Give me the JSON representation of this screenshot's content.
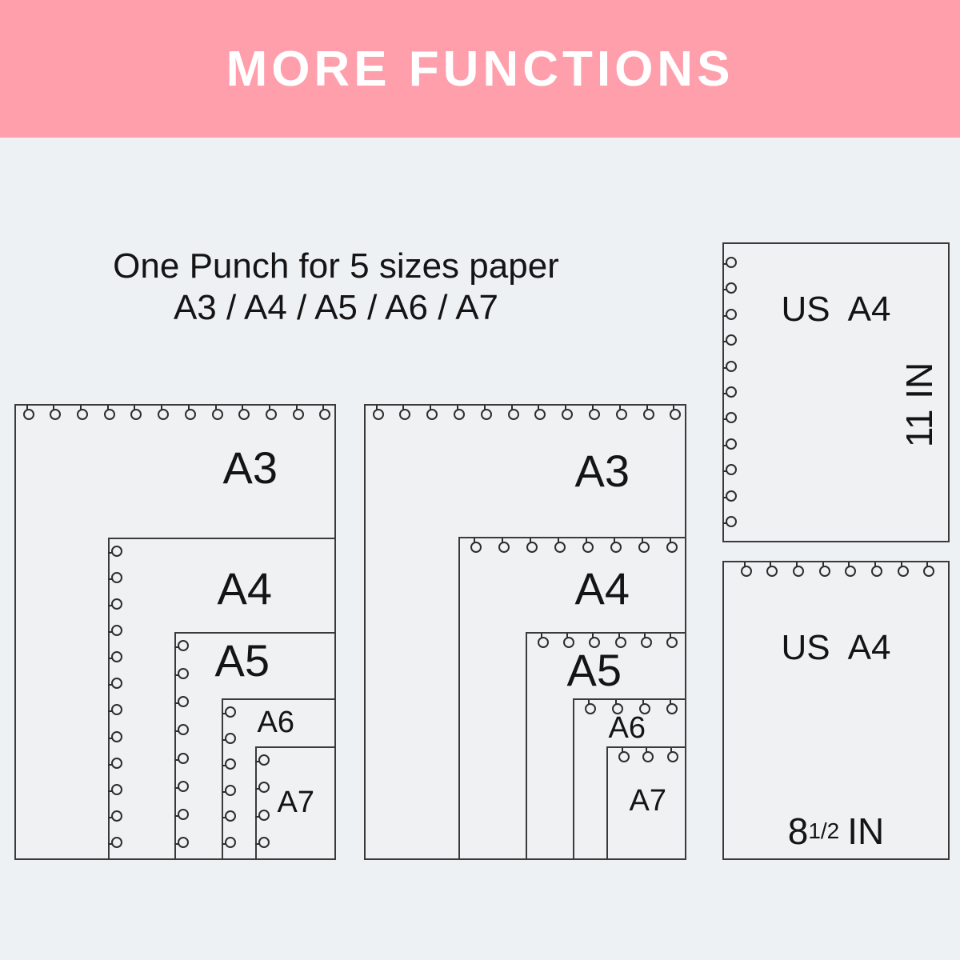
{
  "banner": {
    "title": "MORE FUNCTIONS"
  },
  "heading": {
    "line1": "One Punch for 5 sizes paper",
    "line2": "A3 / A4 / A5 / A6 / A7"
  },
  "left_diagram": {
    "description": "nested paper sizes punched on left edge",
    "sheets": [
      {
        "label": "A3"
      },
      {
        "label": "A4"
      },
      {
        "label": "A5"
      },
      {
        "label": "A6"
      },
      {
        "label": "A7"
      }
    ]
  },
  "middle_diagram": {
    "description": "nested paper sizes punched on top edge",
    "sheets": [
      {
        "label": "A3"
      },
      {
        "label": "A4"
      },
      {
        "label": "A5"
      },
      {
        "label": "A6"
      },
      {
        "label": "A7"
      }
    ]
  },
  "us_sheet_tall": {
    "label": "US  A4",
    "height_label": "11 IN"
  },
  "us_sheet_wide": {
    "label": "US  A4",
    "width_number": "8",
    "width_fraction": "1/2",
    "width_unit": "IN"
  },
  "colors": {
    "banner_bg": "#ff9fab",
    "banner_text": "#ffffff",
    "page_bg": "#edf1f4",
    "paper_fill": "#eff1f3",
    "line": "#3b3b3b",
    "text": "#141414"
  }
}
